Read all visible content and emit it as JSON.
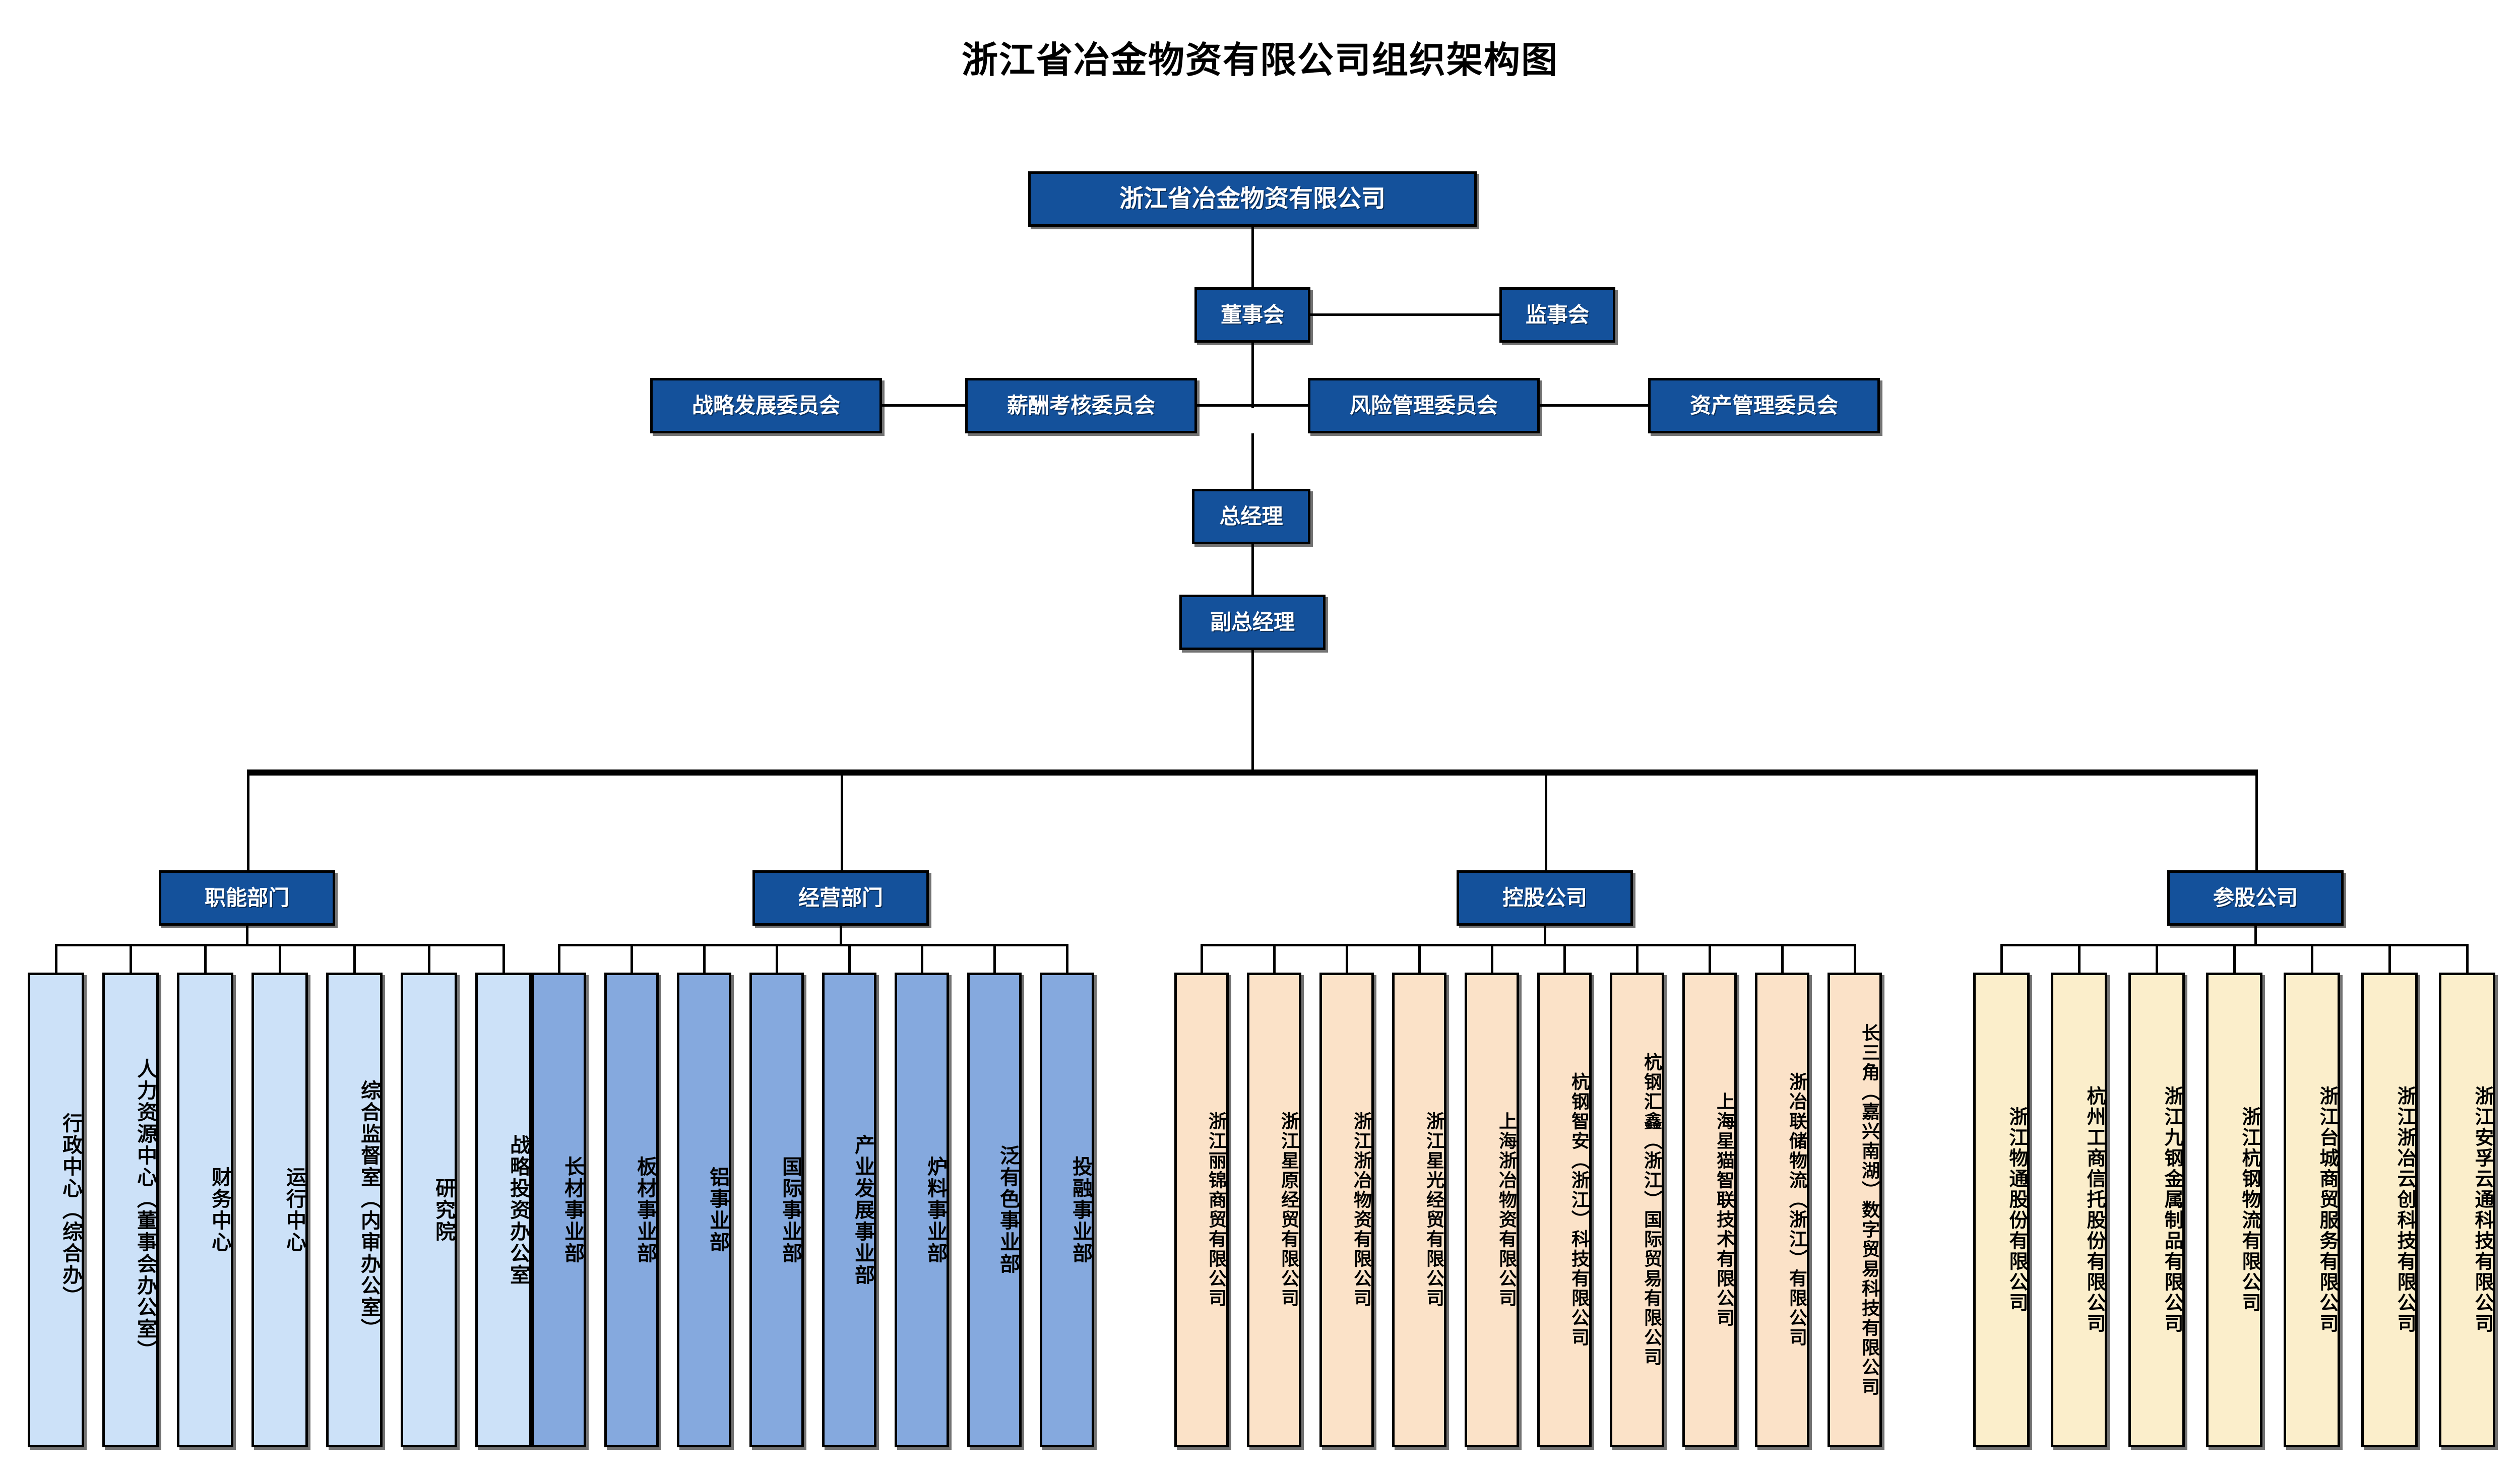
{
  "title": "浙江省冶金物资有限公司组织架构图",
  "root": {
    "label": "浙江省冶金物资有限公司"
  },
  "governance": {
    "board": "董事会",
    "supervisors": "监事会"
  },
  "committees": [
    {
      "label": "战略发展委员会"
    },
    {
      "label": "薪酬考核委员会"
    },
    {
      "label": "风险管理委员会"
    },
    {
      "label": "资产管理委员会"
    }
  ],
  "management": {
    "general_manager": "总经理",
    "deputy_general_manager": "副总经理"
  },
  "groups": [
    {
      "key": "functional",
      "header": "职能部门",
      "color": "#CCE1F8",
      "items": [
        {
          "label": "行政中心（综合办）"
        },
        {
          "label": "人力资源中心（董事会办公室）"
        },
        {
          "label": "财务中心"
        },
        {
          "label": "运行中心"
        },
        {
          "label": "综合监督室（内审办公室）"
        },
        {
          "label": "研究院"
        },
        {
          "label": "战略投资办公室"
        }
      ]
    },
    {
      "key": "business",
      "header": "经营部门",
      "color": "#85A9DE",
      "items": [
        {
          "label": "长材事业部"
        },
        {
          "label": "板材事业部"
        },
        {
          "label": "铝事业部"
        },
        {
          "label": "国际事业部"
        },
        {
          "label": "产业发展事业部"
        },
        {
          "label": "炉料事业部"
        },
        {
          "label": "泛有色事业部"
        },
        {
          "label": "投融事业部"
        }
      ]
    },
    {
      "key": "holding",
      "header": "控股公司",
      "color": "#FBE2C8",
      "items": [
        {
          "label": "浙江丽锦商贸有限公司"
        },
        {
          "label": "浙江星原经贸有限公司"
        },
        {
          "label": "浙江浙冶物资有限公司"
        },
        {
          "label": "浙江星光经贸有限公司"
        },
        {
          "label": "上海浙冶物资有限公司"
        },
        {
          "label": "杭钢智安（浙江）科技有限公司"
        },
        {
          "label": "杭钢汇鑫（浙江）国际贸易有限公司"
        },
        {
          "label": "上海星猫智联技术有限公司"
        },
        {
          "label": "浙冶联储物流（浙江）有限公司"
        },
        {
          "label": "长三角（嘉兴南湖）数字贸易科技有限公司"
        }
      ]
    },
    {
      "key": "participating",
      "header": "参股公司",
      "color": "#FBEECB",
      "items": [
        {
          "label": "浙江物通股份有限公司"
        },
        {
          "label": "杭州工商信托股份有限公司"
        },
        {
          "label": "浙江九钢金属制品有限公司"
        },
        {
          "label": "浙江杭钢物流有限公司"
        },
        {
          "label": "浙江台城商贸服务有限公司"
        },
        {
          "label": "浙江浙冶云创科技有限公司"
        },
        {
          "label": "浙江安孚云通科技有限公司"
        }
      ]
    }
  ],
  "palette": {
    "navy": "#14519B",
    "functional": "#CCE1F8",
    "business": "#85A9DE",
    "holding": "#FBE2C8",
    "participating": "#FBEECB",
    "line": "#000000"
  }
}
